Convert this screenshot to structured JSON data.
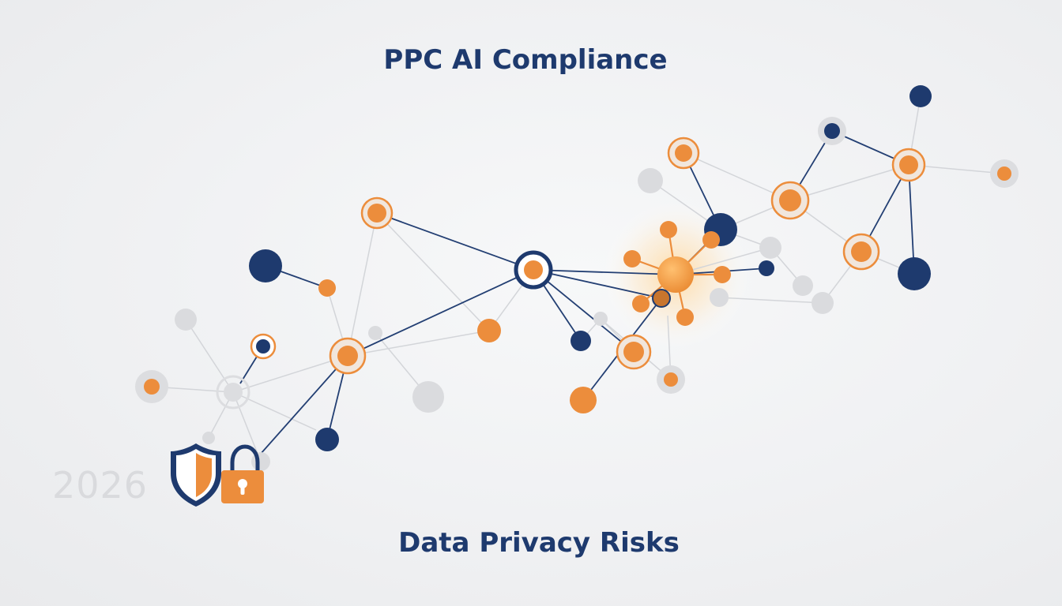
{
  "title": "PPC AI Compliance",
  "subtitle": "Data Privacy Risks",
  "year": "2026",
  "colors": {
    "navy": "#1e3a6e",
    "orange": "#ec8d3c",
    "gray_node": "#d8d9dc",
    "gray_line": "#d2d4d8",
    "background": "#f0f1f3"
  },
  "icons": [
    "shield-icon",
    "padlock-icon"
  ]
}
